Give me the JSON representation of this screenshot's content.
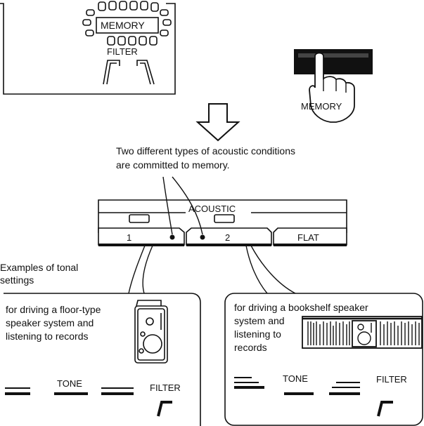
{
  "panel_display": {
    "memory_label": "MEMORY",
    "filter_label": "FILTER"
  },
  "memory_button": {
    "caption": "MEMORY"
  },
  "description": {
    "line1": "Two different types of acoustic conditions",
    "line2": "are committed to memory."
  },
  "acoustic_panel": {
    "title": "ACOUSTIC",
    "buttons": [
      "1",
      "2",
      "FLAT"
    ]
  },
  "examples_label": {
    "line1": "Examples of tonal",
    "line2": "settings"
  },
  "left_example": {
    "text": "for driving a floor-type\nspeaker system and\nlistening to records",
    "tone_label": "TONE",
    "filter_label": "FILTER"
  },
  "right_example": {
    "line1": "for driving a bookshelf speaker",
    "text": "system and\nlistening to\nrecords",
    "tone_label": "TONE",
    "filter_label": "FILTER"
  }
}
